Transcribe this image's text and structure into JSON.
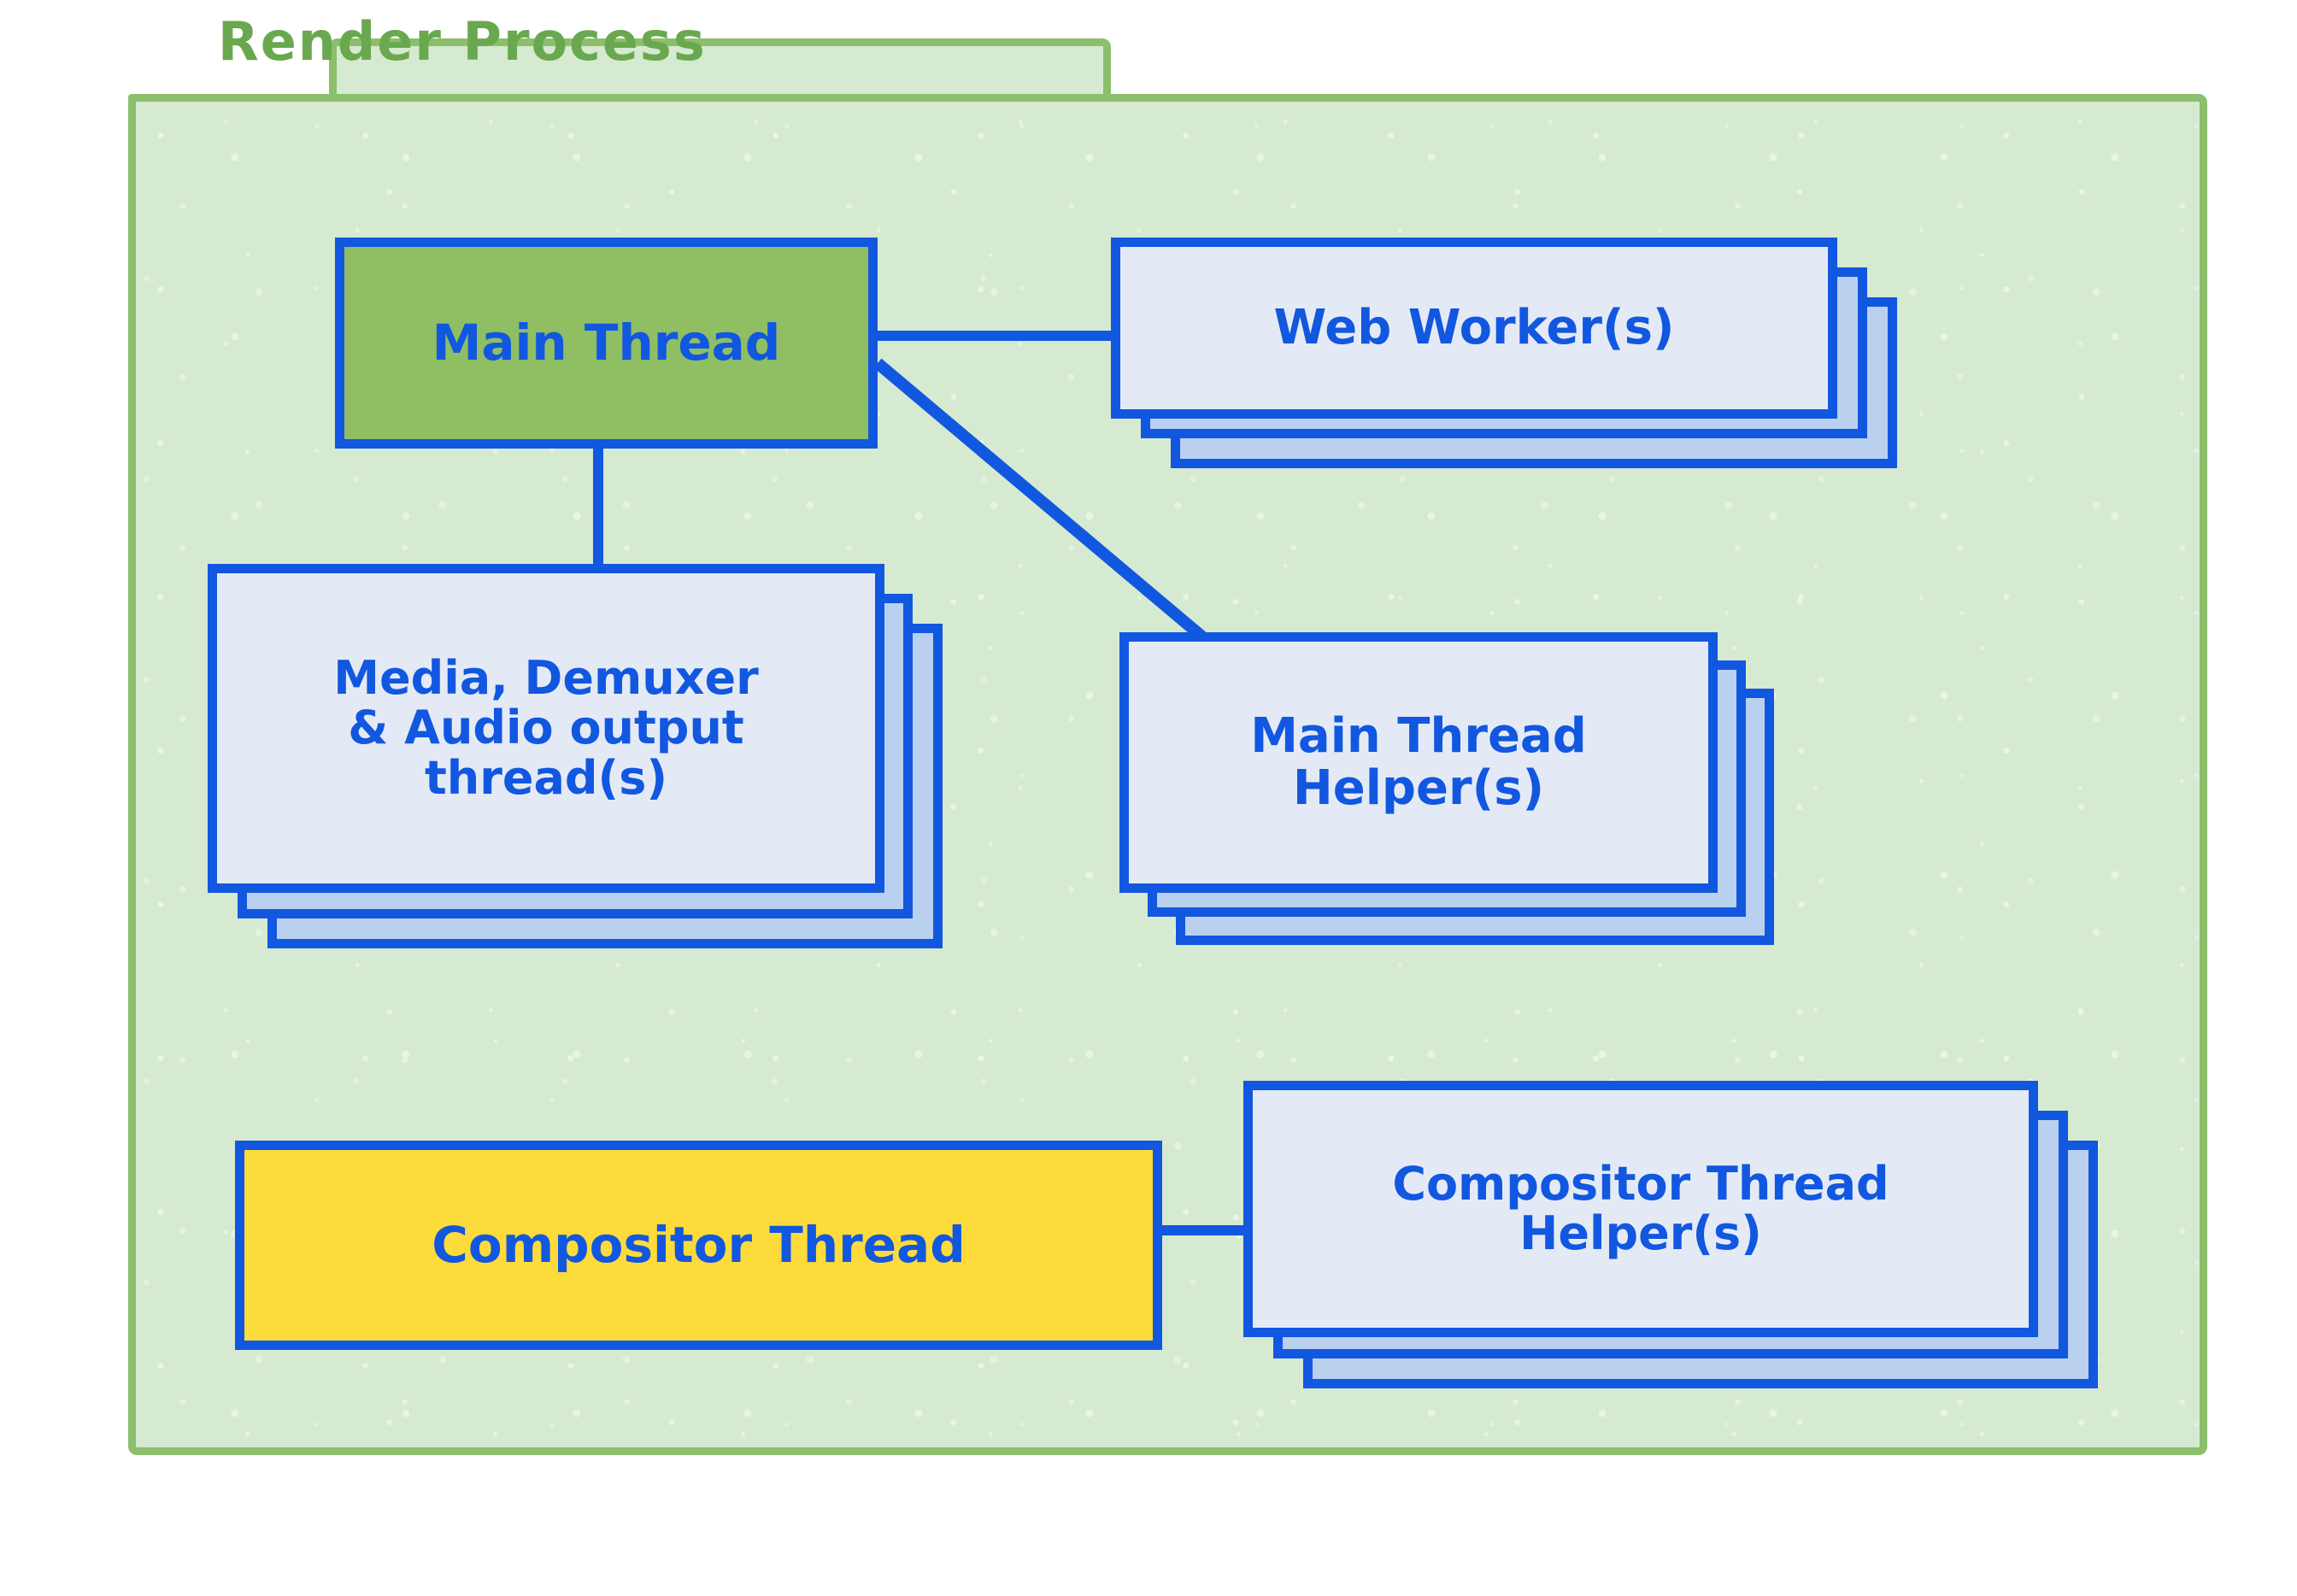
{
  "diagram": {
    "title": "Render Process",
    "type": "architecture-block-diagram"
  },
  "colors": {
    "panel_border": "#8cbf6b",
    "panel_fill": "#d5ead0",
    "title_text": "#6aa84f",
    "box_border": "#1257e0",
    "box_text": "#1257e0",
    "box_fill_light": "#e3e9f5",
    "box_fill_stack": "#b9d0ee",
    "main_thread_fill": "#8fbe63",
    "compositor_fill": "#fddb3a",
    "background": "#ffffff"
  },
  "nodes": [
    {
      "id": "main-thread",
      "label": "Main Thread",
      "fill": "main_thread_fill",
      "stacked": false,
      "stack_count": 1
    },
    {
      "id": "web-workers",
      "label": "Web Worker(s)",
      "fill": "box_fill_light",
      "stacked": true,
      "stack_count": 3
    },
    {
      "id": "media-demuxer-audio",
      "label": "Media, Demuxer\n& Audio output\nthread(s)",
      "fill": "box_fill_light",
      "stacked": true,
      "stack_count": 3
    },
    {
      "id": "main-thread-helpers",
      "label": "Main Thread\nHelper(s)",
      "fill": "box_fill_light",
      "stacked": true,
      "stack_count": 3
    },
    {
      "id": "compositor-thread",
      "label": "Compositor Thread",
      "fill": "compositor_fill",
      "stacked": false,
      "stack_count": 1
    },
    {
      "id": "compositor-thread-helpers",
      "label": "Compositor Thread\nHelper(s)",
      "fill": "box_fill_light",
      "stacked": true,
      "stack_count": 3
    }
  ],
  "edges": [
    {
      "from": "main-thread",
      "to": "web-workers",
      "style": "horizontal"
    },
    {
      "from": "main-thread",
      "to": "main-thread-helpers",
      "style": "diagonal"
    },
    {
      "from": "main-thread",
      "to": "media-demuxer-audio",
      "style": "vertical"
    },
    {
      "from": "compositor-thread",
      "to": "compositor-thread-helpers",
      "style": "horizontal"
    }
  ]
}
